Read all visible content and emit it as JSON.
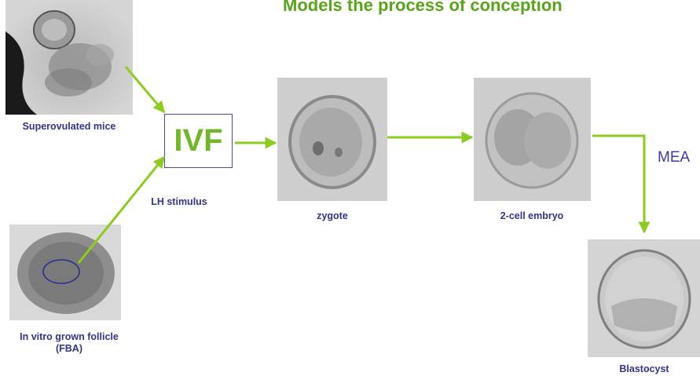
{
  "title": "Models the process of conception",
  "ivf_label": "IVF",
  "mea_label": "MEA",
  "captions": {
    "superovulated": "Superovulated mice",
    "lh": "LH stimulus",
    "follicle_line1": "In vitro grown follicle",
    "follicle_line2": "(FBA)",
    "zygote": "zygote",
    "two_cell": "2-cell embryo",
    "blastocyst": "Blastocyst"
  },
  "colors": {
    "title": "#58a41a",
    "arrow": "#8ccc1e",
    "caption": "#33338a",
    "box_border": "#4a4aa0"
  }
}
